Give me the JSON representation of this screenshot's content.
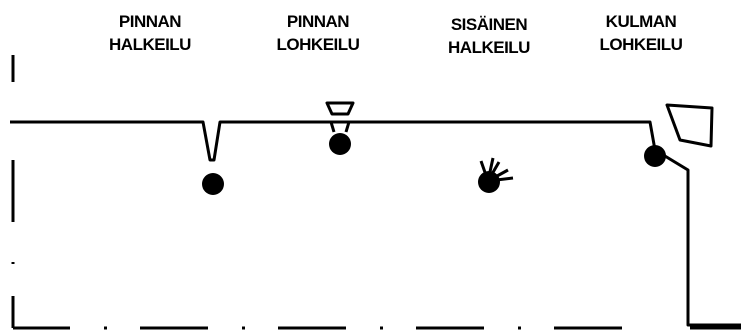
{
  "labels": {
    "surface_cracking": {
      "line1": "PINNAN",
      "line2": "HALKEILU"
    },
    "surface_spalling": {
      "line1": "PINNAN",
      "line2": "LOHKEILU"
    },
    "internal_cracking": {
      "line1": "SISÄINEN",
      "line2": "HALKEILU"
    },
    "corner_spalling": {
      "line1": "KULMAN",
      "line2": "LOHKEILU"
    }
  },
  "colors": {
    "ink": "#000000",
    "background": "#ffffff"
  }
}
